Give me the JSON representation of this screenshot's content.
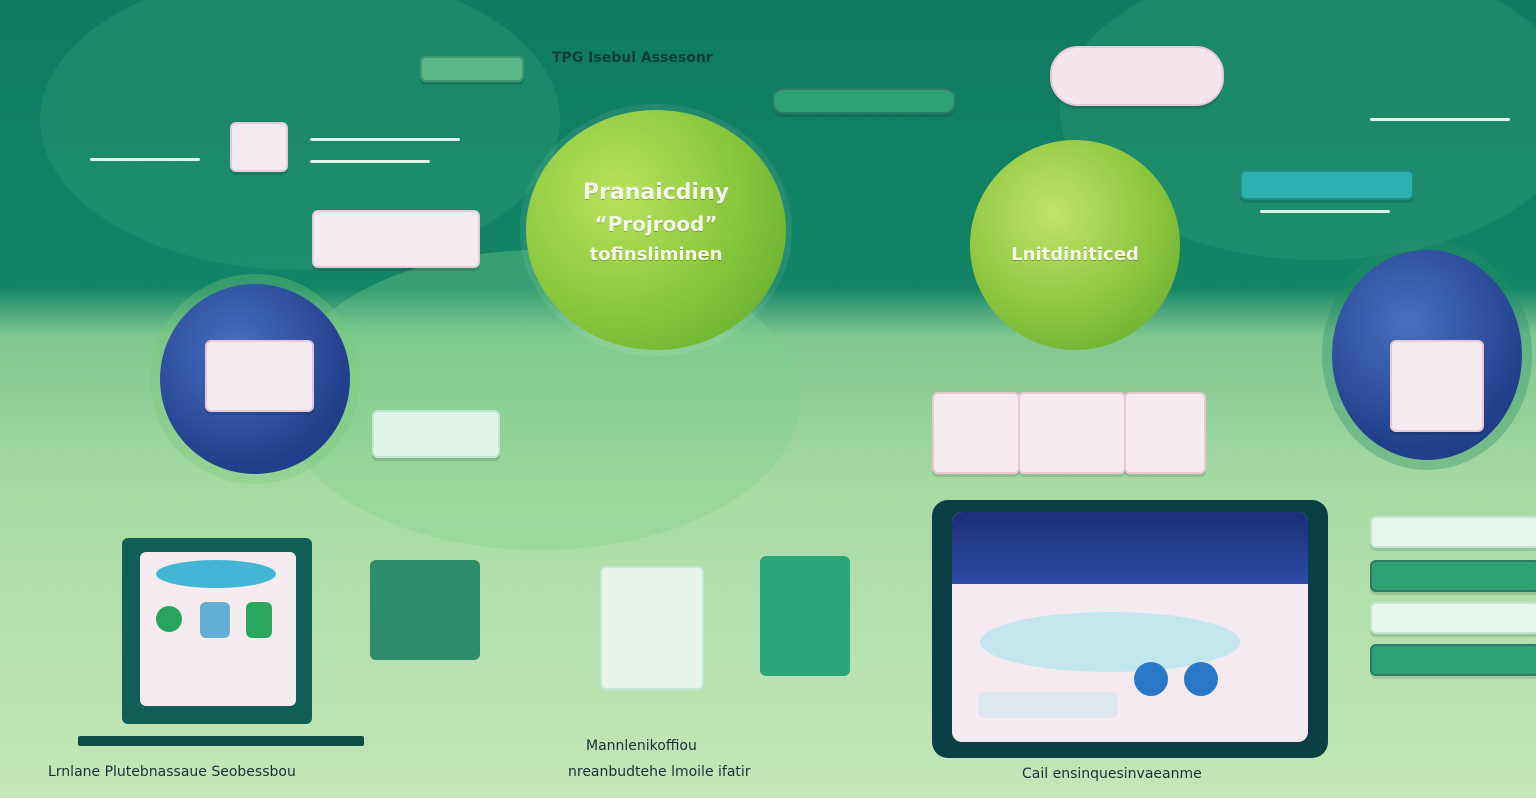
{
  "header": {
    "top_title": "TPG Isebul Assesonr"
  },
  "hero_left": {
    "line1": "Pranaicdiny",
    "line2": "“Projrood”",
    "line3": "tofinsliminen"
  },
  "hero_right": {
    "line1": "Lnitdiniticed"
  },
  "labels": {
    "left_caption": "Lrnlane  Plutebnassaue Seobessbou",
    "center_caption_1": "Mannlenikoffiou",
    "center_caption_2": "nreanbudtehe lmoile ifatir",
    "right_caption": "Cail ensinquesinvaeanme"
  },
  "colors": {
    "deep_green": "#0f7a5f",
    "mid_green": "#138567",
    "lime": "#86c53a",
    "navy": "#1f3f8a",
    "pink_card": "#f4eaf0"
  }
}
